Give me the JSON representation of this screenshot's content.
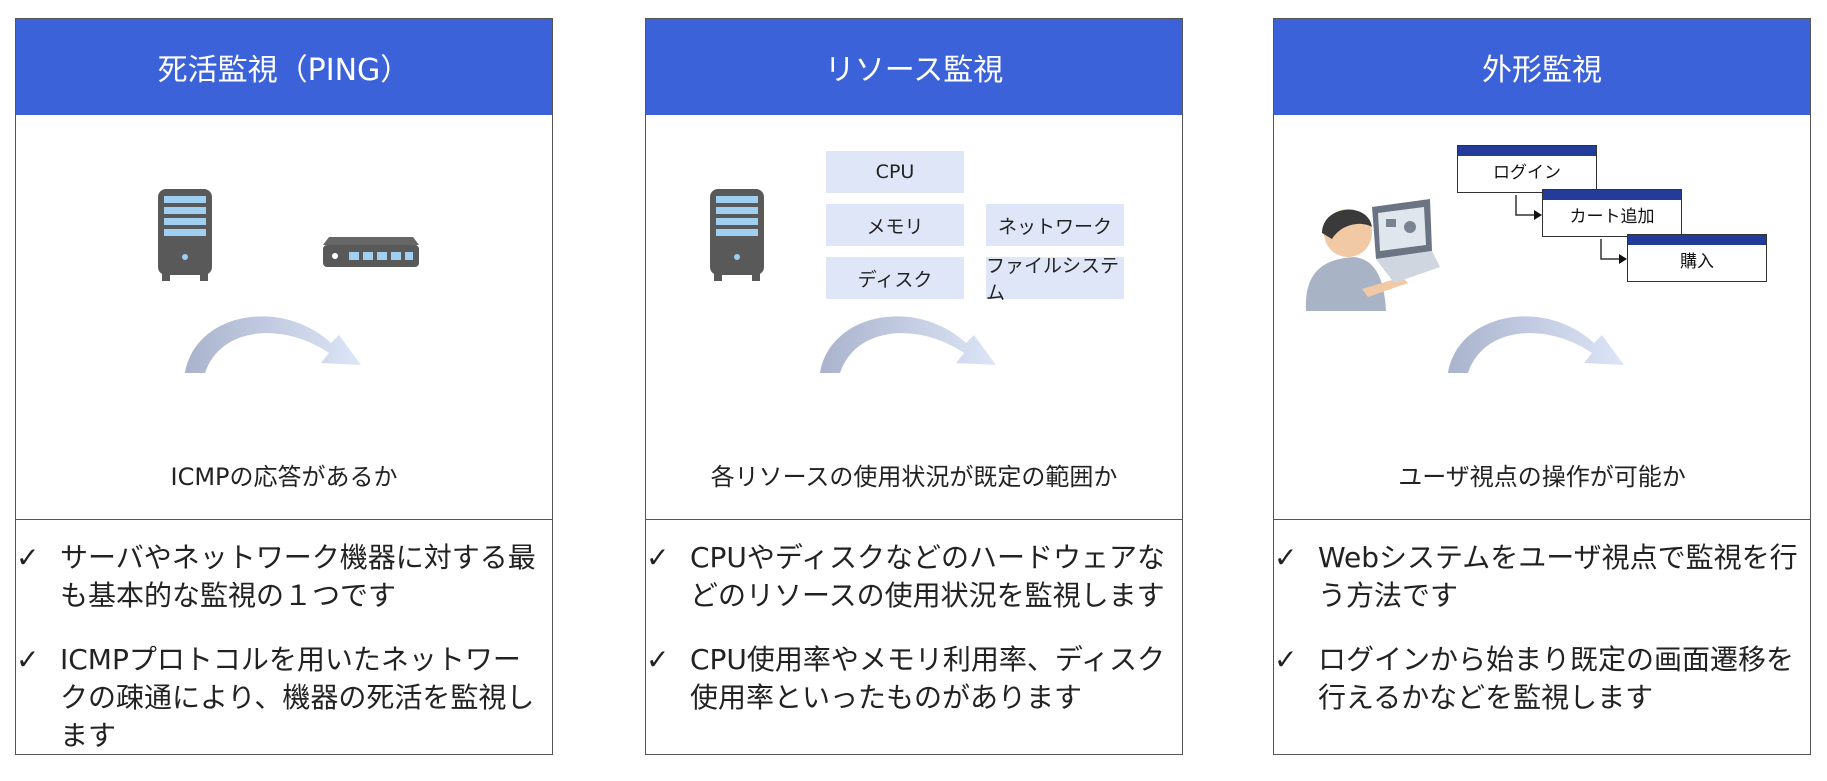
{
  "cards": [
    {
      "title": "死活監視（PING）",
      "caption": "ICMPの応答があるか",
      "notes": [
        "サーバやネットワーク機器に対する最も基本的な監視の１つです",
        "ICMPプロトコルを用いたネットワークの疎通により、機器の死活を監視します"
      ]
    },
    {
      "title": "リソース監視",
      "caption": "各リソースの使用状況が既定の範囲か",
      "tiles": [
        "CPU",
        "メモリ",
        "ネットワーク",
        "ディスク",
        "ファイルシステム"
      ],
      "notes": [
        "CPUやディスクなどのハードウェアなどのリソースの使用状況を監視します",
        "CPU使用率やメモリ利用率、ディスク使用率といったものがあります"
      ]
    },
    {
      "title": "外形監視",
      "caption": "ユーザ視点の操作が可能か",
      "windows": [
        "ログイン",
        "カート追加",
        "購入"
      ],
      "notes": [
        "Webシステムをユーザ視点で監視を行う方法です",
        "ログインから始まり既定の画面遷移を行えるかなどを監視します"
      ]
    }
  ],
  "check_mark": "✓",
  "colors": {
    "header": "#3b62d9",
    "tile": "#dfe6f7",
    "window_bar": "#243c99",
    "server": "#595959",
    "arrow": "#b4bfd8"
  },
  "icons": [
    "server-icon",
    "network-switch-icon",
    "user-at-laptop-icon",
    "curved-arrow-icon"
  ]
}
